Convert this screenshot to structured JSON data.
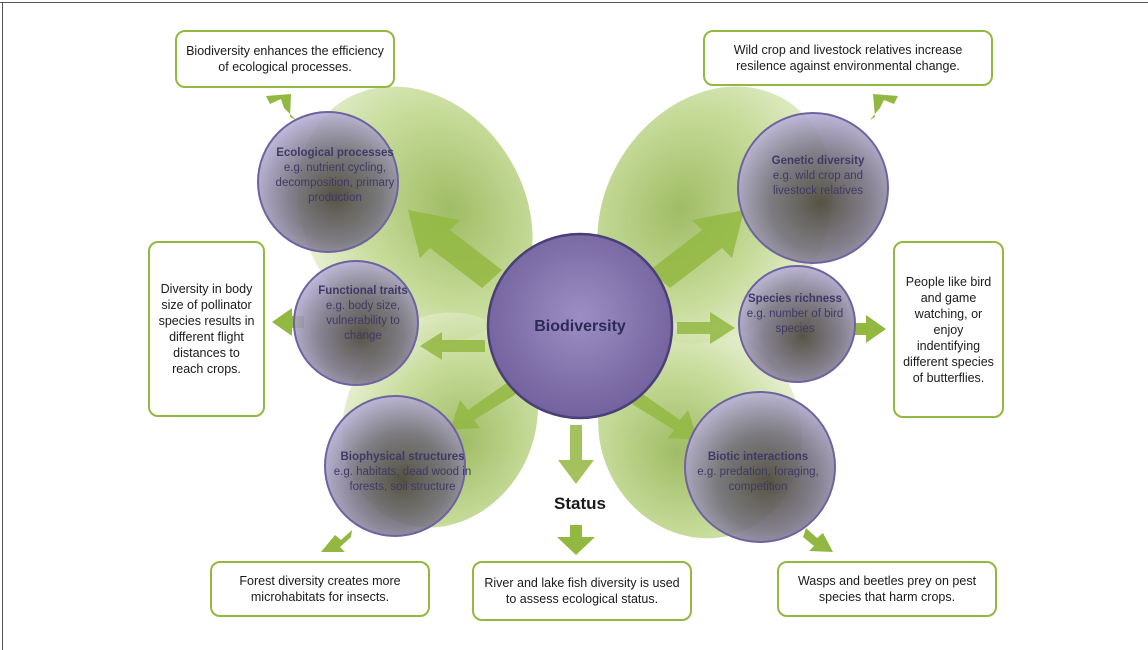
{
  "center": "Biodiversity",
  "status": "Status",
  "circles": {
    "ecological": {
      "title": "Ecological processes",
      "detail": "e.g. nutrient cycling, decomposition, primary production"
    },
    "functional": {
      "title": "Functional traits",
      "detail": "e.g. body size, vulnerability to change"
    },
    "biophysical": {
      "title": "Biophysical structures",
      "detail": "e.g. habitats, dead wood in forests, soil structure"
    },
    "genetic": {
      "title": "Genetic diversity",
      "detail": "e.g. wild crop and livestock relatives"
    },
    "species": {
      "title": "Species richness",
      "detail": "e.g. number of bird species"
    },
    "biotic": {
      "title": "Biotic interactions",
      "detail": "e.g. predation, foraging, competition"
    }
  },
  "boxes": {
    "ecological": "Biodiversity enhances the efficiency of ecological processes.",
    "genetic": "Wild crop and livestock relatives increase resilence against environmental change.",
    "functional": "Diversity in body size of pollinator species results in different flight distances to reach crops.",
    "species": "People like bird and game watching, or enjoy indentifying different species of butterflies.",
    "biophysical": "Forest diversity creates more microhabitats for insects.",
    "status": "River and lake fish diversity is used to assess ecological status.",
    "biotic": "Wasps and beetles prey on pest species that harm crops."
  },
  "colors": {
    "box_border": "#93b842",
    "wing_green": "#b9d27a",
    "arrow_green": "#93b842",
    "circle_purple": "#9d93c2",
    "center_purple": "#7d6ba6"
  }
}
